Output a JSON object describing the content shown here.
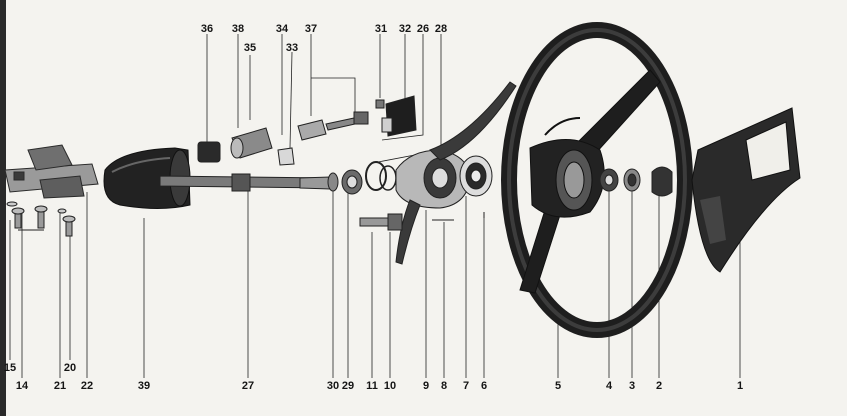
{
  "diagram": {
    "top_labels": [
      "36",
      "38",
      "35",
      "34",
      "33",
      "37",
      "31",
      "32",
      "26",
      "28"
    ],
    "bottom_labels": [
      "15",
      "14",
      "21",
      "20",
      "22",
      "39",
      "27",
      "30",
      "29",
      "11",
      "10",
      "8",
      "9",
      "7",
      "6",
      "5",
      "4",
      "3",
      "2",
      "1"
    ],
    "colors": {
      "ink": "#151515",
      "part_dark": "#1e1e1e",
      "part_mid": "#5a5a5a",
      "part_light": "#bdbdbd",
      "paper": "#f4f3ef"
    }
  }
}
